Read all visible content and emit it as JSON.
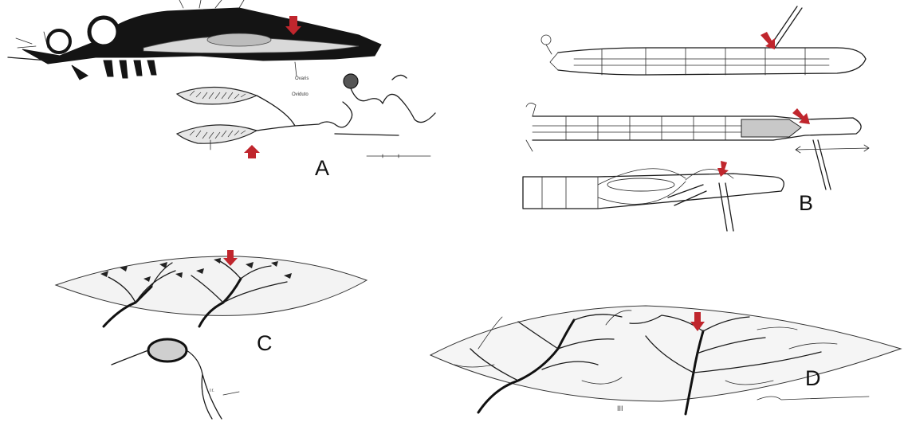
{
  "panels": {
    "a": {
      "label": "A",
      "note_upper": "Ovaris",
      "note_lower": "Oviduto"
    },
    "b": {
      "label": "B"
    },
    "c": {
      "label": "C",
      "note": "Tr."
    },
    "d": {
      "label": "D",
      "note": "III"
    }
  },
  "colors": {
    "arrow": "#c0262d",
    "ink": "#1b1b1b",
    "background": "#ffffff"
  }
}
